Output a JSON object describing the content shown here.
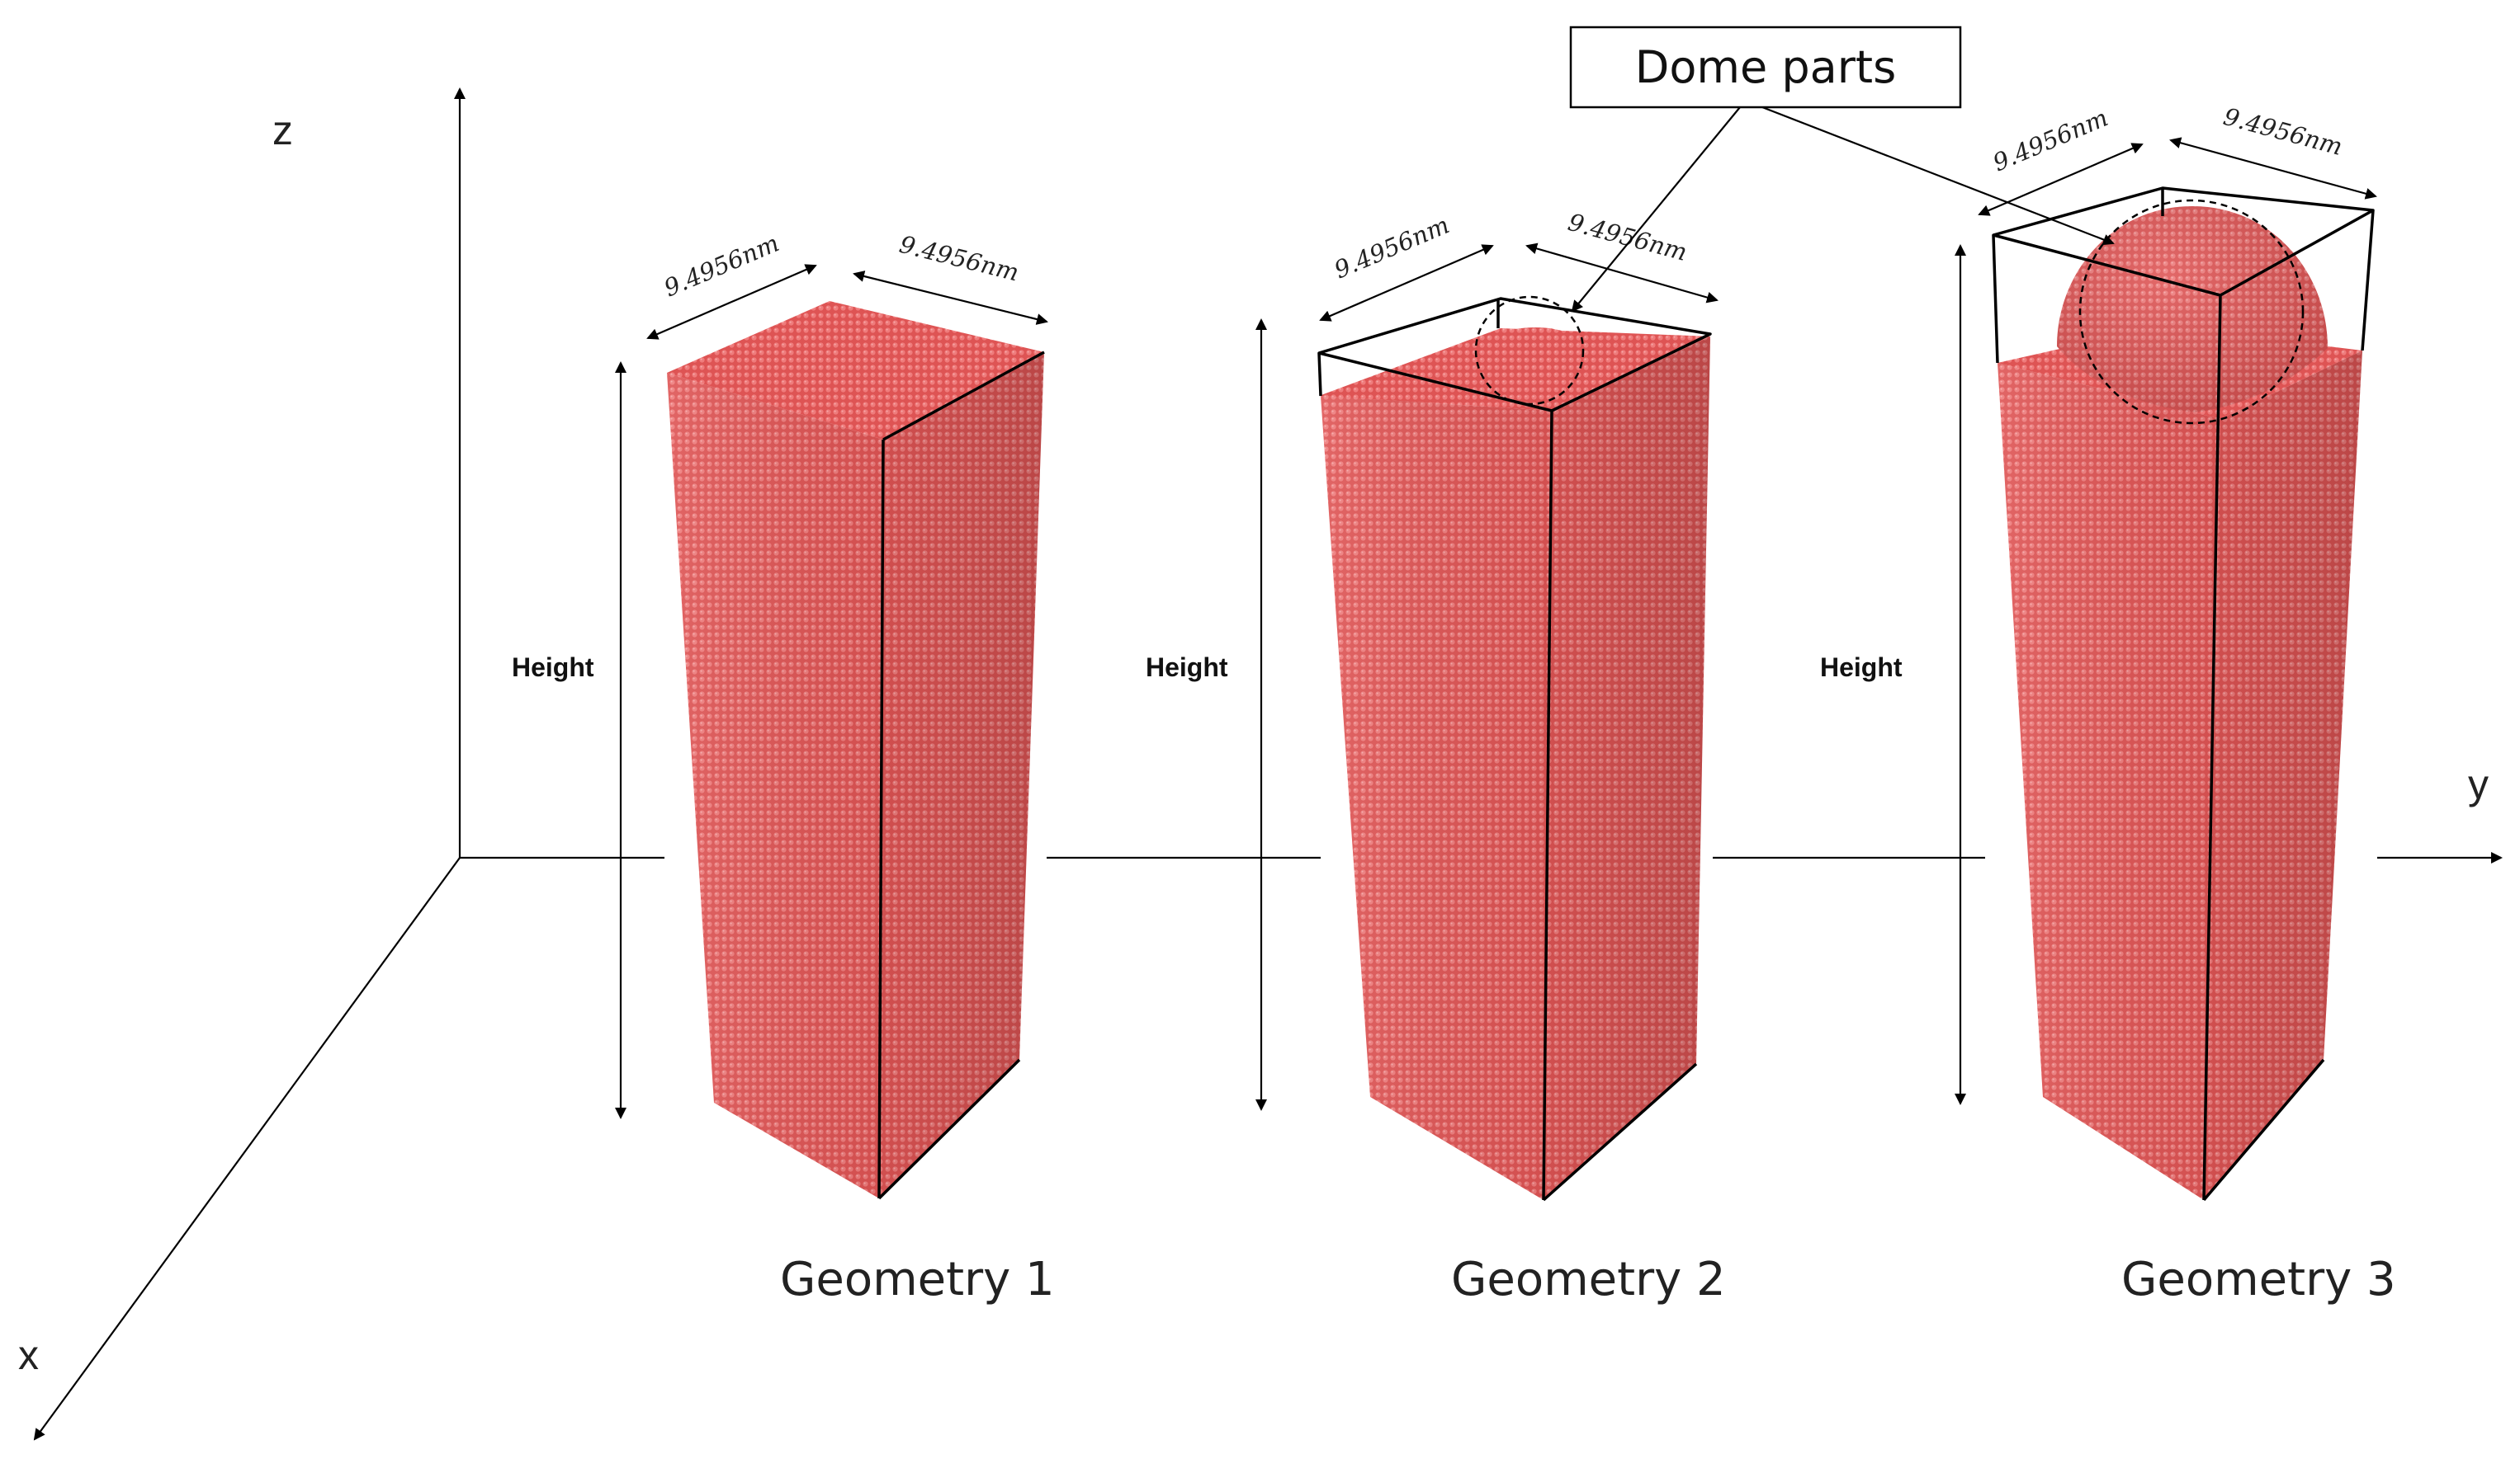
{
  "axes": {
    "x": "x",
    "y": "y",
    "z": "z"
  },
  "callout": {
    "label": "Dome parts"
  },
  "geometries": [
    {
      "label": "Geometry 1",
      "height_label": "Height",
      "dim_a": "9.4956nm",
      "dim_b": "9.4956nm",
      "dome": "none"
    },
    {
      "label": "Geometry 2",
      "height_label": "Height",
      "dim_a": "9.4956nm",
      "dim_b": "9.4956nm",
      "dome": "small"
    },
    {
      "label": "Geometry 3",
      "height_label": "Height",
      "dim_a": "9.4956nm",
      "dim_b": "9.4956nm",
      "dome": "large"
    }
  ],
  "colors": {
    "atom_fill": "#e25a5a",
    "atom_dark": "#b23a3a",
    "top_face": "#ec7474",
    "line": "#000000",
    "background": "#ffffff"
  }
}
